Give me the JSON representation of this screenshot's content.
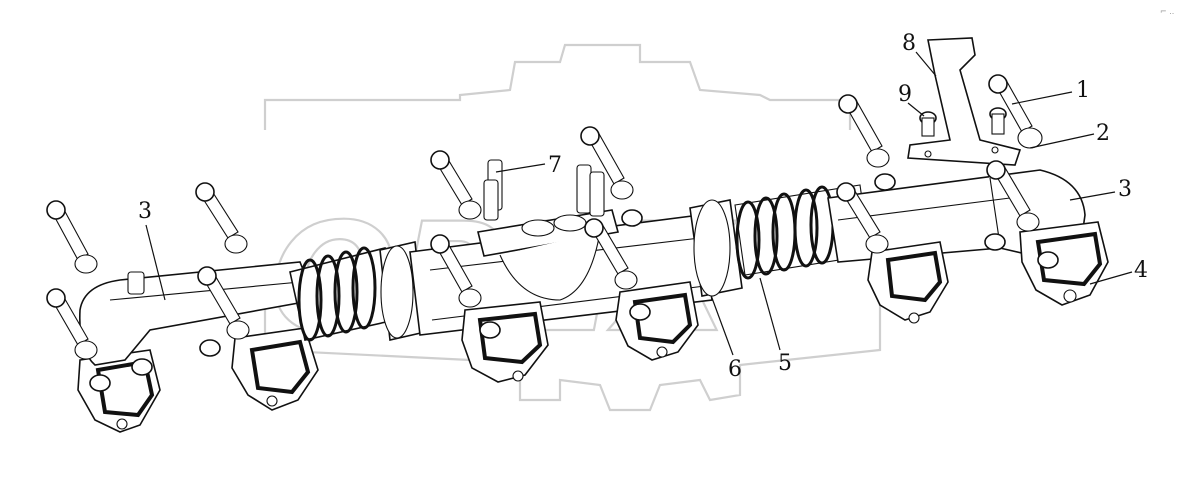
{
  "diagram": {
    "watermark_text": "OREX",
    "corner_mark": "⌐ ..",
    "callouts": [
      {
        "id": "c1",
        "label": "1"
      },
      {
        "id": "c2",
        "label": "2"
      },
      {
        "id": "c3a",
        "label": "3"
      },
      {
        "id": "c3b",
        "label": "3"
      },
      {
        "id": "c4",
        "label": "4"
      },
      {
        "id": "c5",
        "label": "5"
      },
      {
        "id": "c6",
        "label": "6"
      },
      {
        "id": "c7",
        "label": "7"
      },
      {
        "id": "c8",
        "label": "8"
      },
      {
        "id": "c9",
        "label": "9"
      }
    ]
  }
}
